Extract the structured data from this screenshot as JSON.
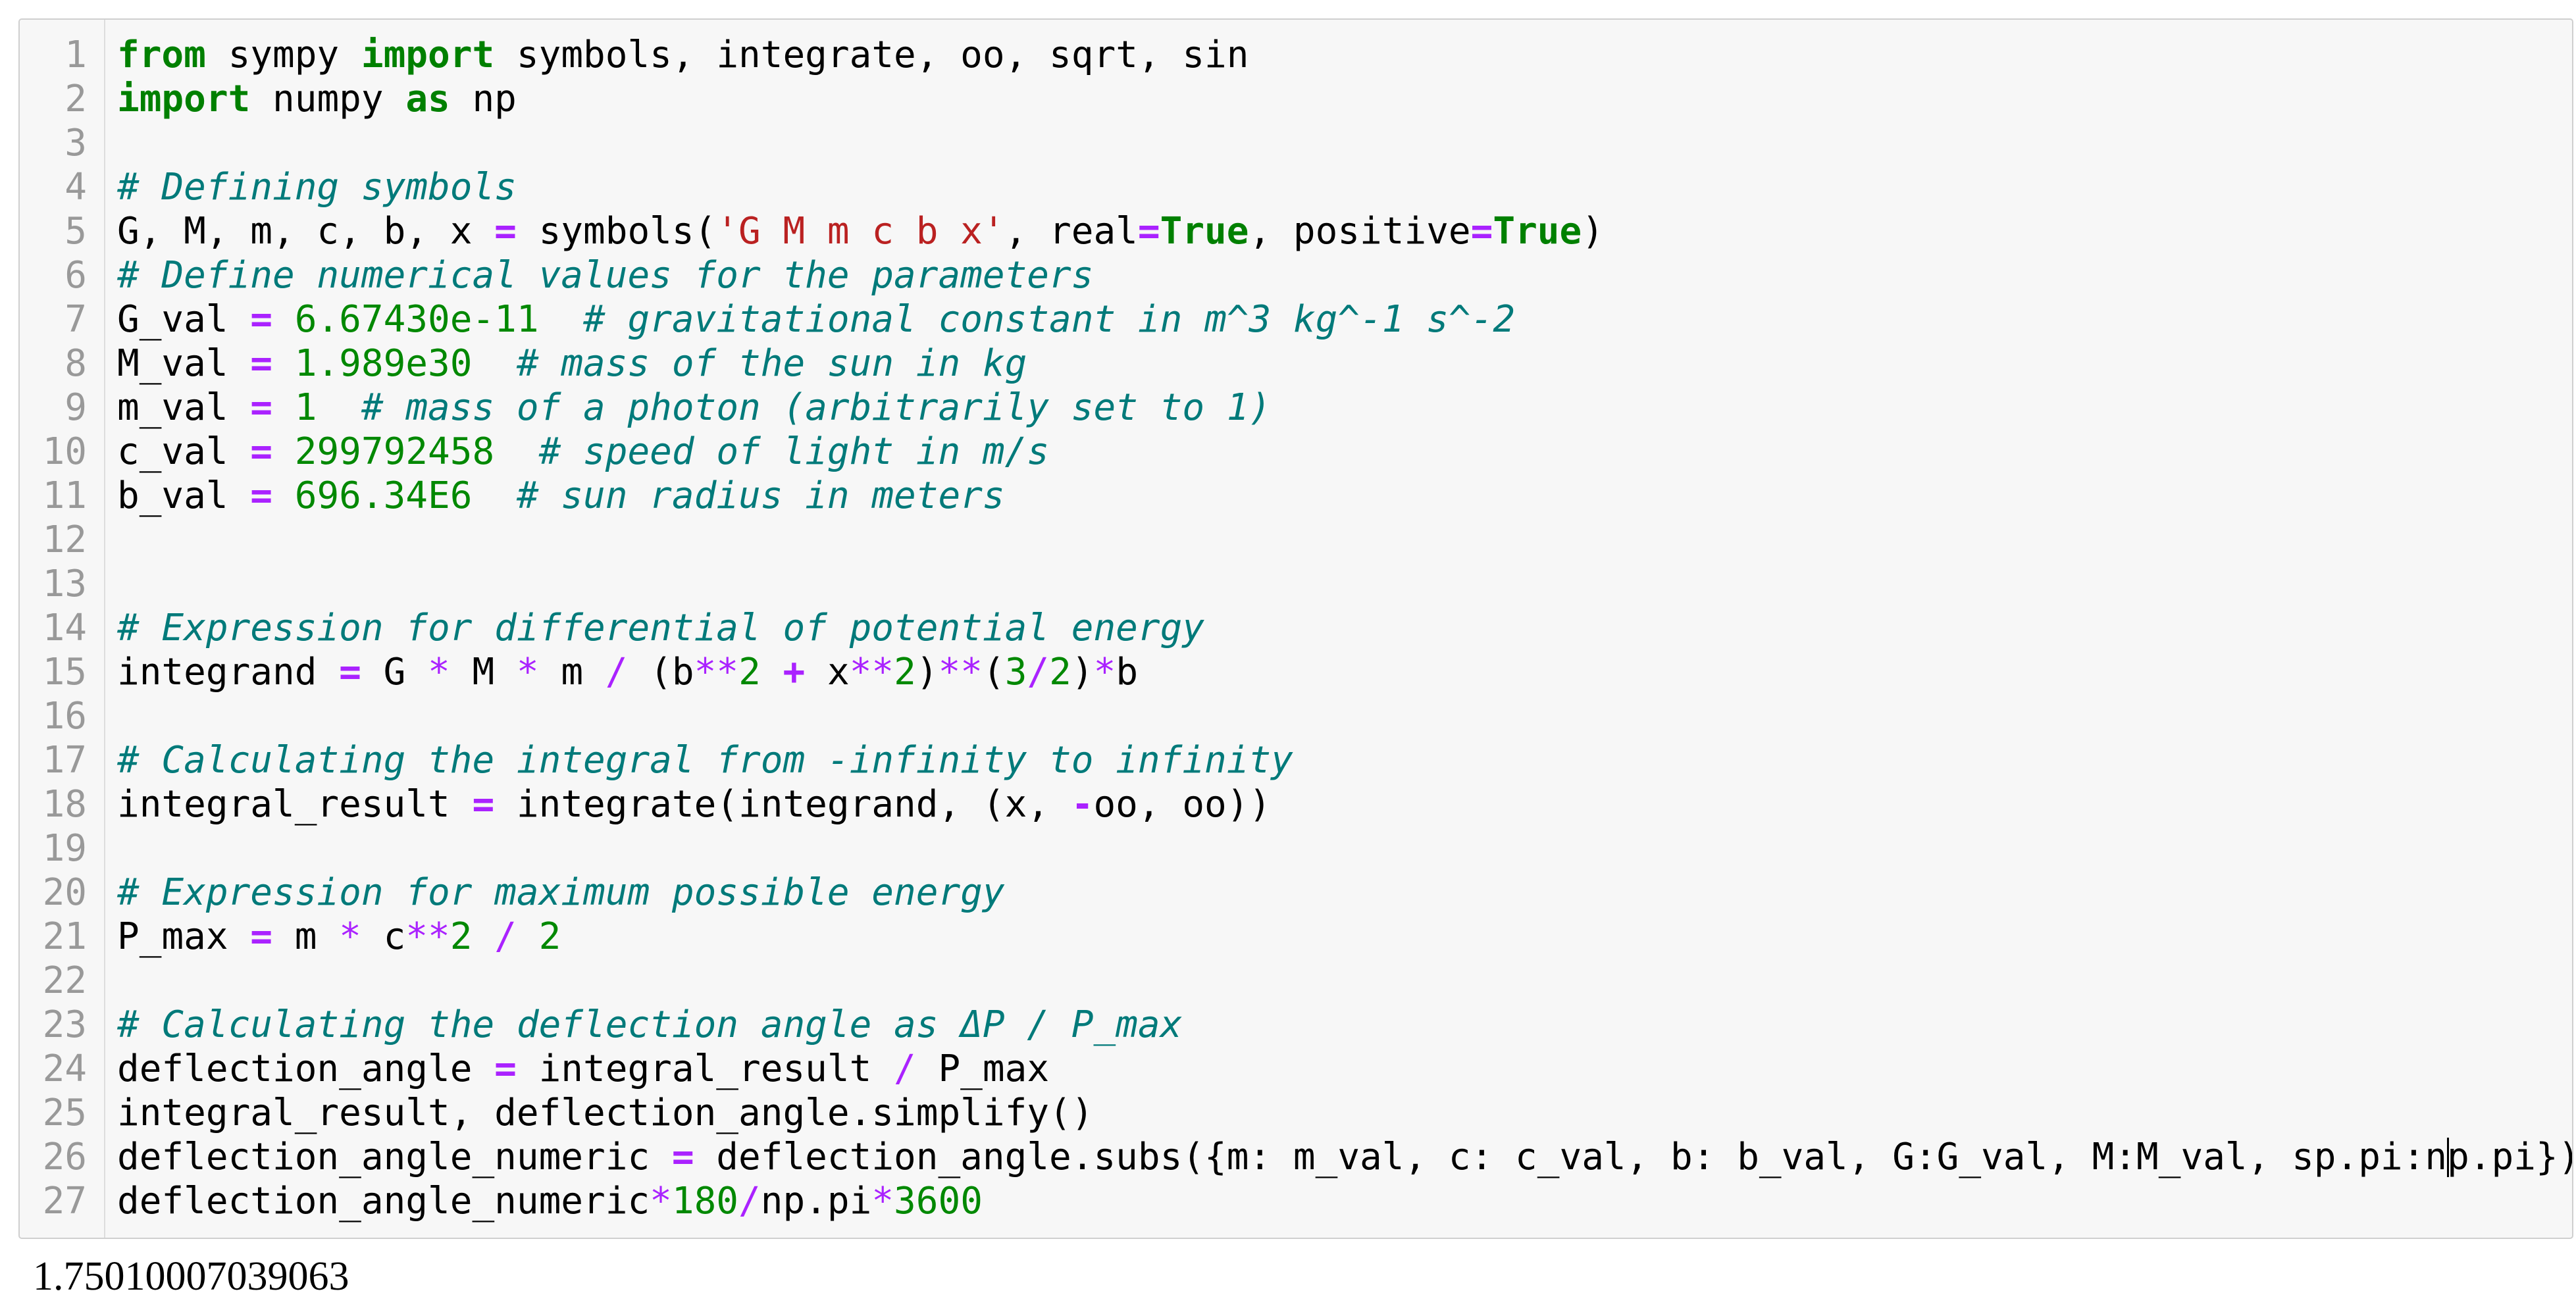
{
  "cell": {
    "lines": [
      {
        "n": "1",
        "tokens": [
          [
            "kw",
            "from"
          ],
          [
            "t",
            " sympy "
          ],
          [
            "kw",
            "import"
          ],
          [
            "t",
            " symbols, integrate, oo, sqrt, sin"
          ]
        ]
      },
      {
        "n": "2",
        "tokens": [
          [
            "kw",
            "import"
          ],
          [
            "t",
            " numpy "
          ],
          [
            "kw",
            "as"
          ],
          [
            "t",
            " np"
          ]
        ]
      },
      {
        "n": "3",
        "tokens": []
      },
      {
        "n": "4",
        "tokens": [
          [
            "cm",
            "# Defining symbols"
          ]
        ]
      },
      {
        "n": "5",
        "tokens": [
          [
            "t",
            "G, M, m, c, b, x "
          ],
          [
            "opb",
            "="
          ],
          [
            "t",
            " symbols("
          ],
          [
            "st",
            "'G M m c b x'"
          ],
          [
            "t",
            ", real"
          ],
          [
            "opb",
            "="
          ],
          [
            "kw",
            "True"
          ],
          [
            "t",
            ", positive"
          ],
          [
            "opb",
            "="
          ],
          [
            "kw",
            "True"
          ],
          [
            "t",
            ")"
          ]
        ]
      },
      {
        "n": "6",
        "tokens": [
          [
            "cm",
            "# Define numerical values for the parameters"
          ]
        ]
      },
      {
        "n": "7",
        "tokens": [
          [
            "t",
            "G_val "
          ],
          [
            "opb",
            "="
          ],
          [
            "t",
            " "
          ],
          [
            "nu",
            "6.67430e-11"
          ],
          [
            "t",
            "  "
          ],
          [
            "cm",
            "# gravitational constant in m^3 kg^-1 s^-2"
          ]
        ]
      },
      {
        "n": "8",
        "tokens": [
          [
            "t",
            "M_val "
          ],
          [
            "opb",
            "="
          ],
          [
            "t",
            " "
          ],
          [
            "nu",
            "1.989e30"
          ],
          [
            "t",
            "  "
          ],
          [
            "cm",
            "# mass of the sun in kg"
          ]
        ]
      },
      {
        "n": "9",
        "tokens": [
          [
            "t",
            "m_val "
          ],
          [
            "opb",
            "="
          ],
          [
            "t",
            " "
          ],
          [
            "nu",
            "1"
          ],
          [
            "t",
            "  "
          ],
          [
            "cm",
            "# mass of a photon (arbitrarily set to 1)"
          ]
        ]
      },
      {
        "n": "10",
        "tokens": [
          [
            "t",
            "c_val "
          ],
          [
            "opb",
            "="
          ],
          [
            "t",
            " "
          ],
          [
            "nu",
            "299792458"
          ],
          [
            "t",
            "  "
          ],
          [
            "cm",
            "# speed of light in m/s"
          ]
        ]
      },
      {
        "n": "11",
        "tokens": [
          [
            "t",
            "b_val "
          ],
          [
            "opb",
            "="
          ],
          [
            "t",
            " "
          ],
          [
            "nu",
            "696.34E6"
          ],
          [
            "t",
            "  "
          ],
          [
            "cm",
            "# sun radius in meters"
          ]
        ]
      },
      {
        "n": "12",
        "tokens": []
      },
      {
        "n": "13",
        "tokens": []
      },
      {
        "n": "14",
        "tokens": [
          [
            "cm",
            "# Expression for differential of potential energy"
          ]
        ]
      },
      {
        "n": "15",
        "tokens": [
          [
            "t",
            "integrand "
          ],
          [
            "opb",
            "="
          ],
          [
            "t",
            " G "
          ],
          [
            "op",
            "*"
          ],
          [
            "t",
            " M "
          ],
          [
            "op",
            "*"
          ],
          [
            "t",
            " m "
          ],
          [
            "op",
            "/"
          ],
          [
            "t",
            " (b"
          ],
          [
            "op",
            "**"
          ],
          [
            "nu",
            "2"
          ],
          [
            "t",
            " "
          ],
          [
            "opb",
            "+"
          ],
          [
            "t",
            " x"
          ],
          [
            "op",
            "**"
          ],
          [
            "nu",
            "2"
          ],
          [
            "t",
            ")"
          ],
          [
            "op",
            "**"
          ],
          [
            "t",
            "("
          ],
          [
            "nu",
            "3"
          ],
          [
            "op",
            "/"
          ],
          [
            "nu",
            "2"
          ],
          [
            "t",
            ")"
          ],
          [
            "op",
            "*"
          ],
          [
            "t",
            "b"
          ]
        ]
      },
      {
        "n": "16",
        "tokens": []
      },
      {
        "n": "17",
        "tokens": [
          [
            "cm",
            "# Calculating the integral from -infinity to infinity"
          ]
        ]
      },
      {
        "n": "18",
        "tokens": [
          [
            "t",
            "integral_result "
          ],
          [
            "opb",
            "="
          ],
          [
            "t",
            " integrate(integrand, (x, "
          ],
          [
            "opb",
            "-"
          ],
          [
            "t",
            "oo, oo))"
          ]
        ]
      },
      {
        "n": "19",
        "tokens": []
      },
      {
        "n": "20",
        "tokens": [
          [
            "cm",
            "# Expression for maximum possible energy"
          ]
        ]
      },
      {
        "n": "21",
        "tokens": [
          [
            "t",
            "P_max "
          ],
          [
            "opb",
            "="
          ],
          [
            "t",
            " m "
          ],
          [
            "op",
            "*"
          ],
          [
            "t",
            " c"
          ],
          [
            "op",
            "**"
          ],
          [
            "nu",
            "2"
          ],
          [
            "t",
            " "
          ],
          [
            "op",
            "/"
          ],
          [
            "t",
            " "
          ],
          [
            "nu",
            "2"
          ]
        ]
      },
      {
        "n": "22",
        "tokens": []
      },
      {
        "n": "23",
        "tokens": [
          [
            "cm",
            "# Calculating the deflection angle as ΔP / P_max"
          ]
        ]
      },
      {
        "n": "24",
        "tokens": [
          [
            "t",
            "deflection_angle "
          ],
          [
            "opb",
            "="
          ],
          [
            "t",
            " integral_result "
          ],
          [
            "op",
            "/"
          ],
          [
            "t",
            " P_max"
          ]
        ]
      },
      {
        "n": "25",
        "tokens": [
          [
            "t",
            "integral_result, deflection_angle.simplify()"
          ]
        ]
      },
      {
        "n": "26",
        "tokens": [
          [
            "t",
            "deflection_angle_numeric "
          ],
          [
            "opb",
            "="
          ],
          [
            "t",
            " deflection_angle.subs({m: m_val, c: c_val, b: b_val, G:G_val, M:M_val, sp.pi:n"
          ],
          [
            "cursor",
            ""
          ],
          [
            "t",
            "p.pi})"
          ]
        ]
      },
      {
        "n": "27",
        "tokens": [
          [
            "t",
            "deflection_angle_numeric"
          ],
          [
            "op",
            "*"
          ],
          [
            "nu",
            "180"
          ],
          [
            "op",
            "/"
          ],
          [
            "t",
            "np.pi"
          ],
          [
            "op",
            "*"
          ],
          [
            "nu",
            "3600"
          ]
        ]
      }
    ]
  },
  "output": {
    "value": "1.75010007039063"
  },
  "colors": {
    "keyword": "#008000",
    "comment": "#007a7a",
    "number": "#008800",
    "operator": "#aa22ff",
    "string": "#ba2121",
    "cell_background": "#f7f7f7",
    "cell_border": "#cfcfcf",
    "line_number": "#999999"
  }
}
